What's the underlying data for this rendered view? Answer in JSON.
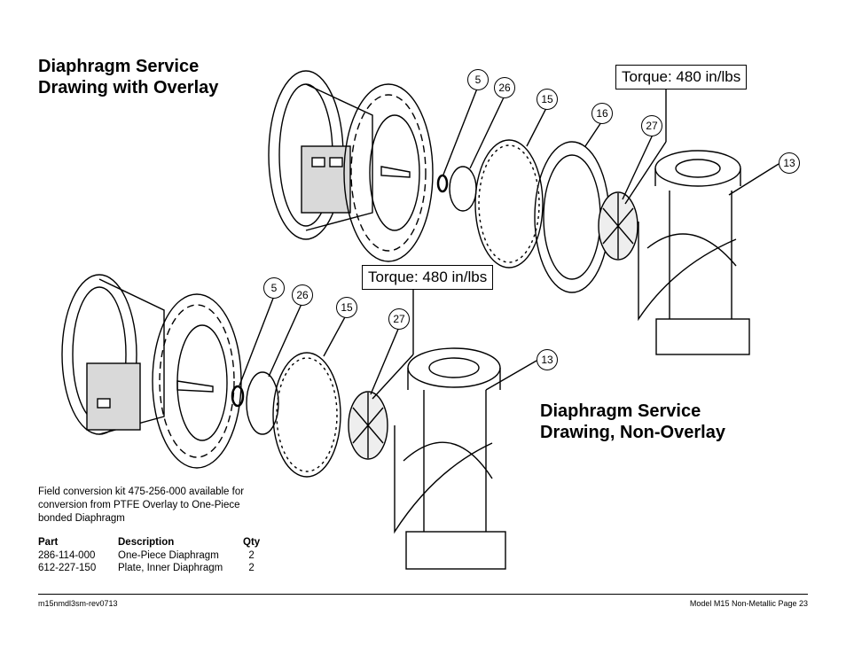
{
  "headings": {
    "overlay_line1": "Diaphragm Service",
    "overlay_line2": "Drawing with Overlay",
    "nonoverlay_line1": "Diaphragm Service",
    "nonoverlay_line2": "Drawing, Non-Overlay"
  },
  "torque": {
    "top": "Torque: 480 in/lbs",
    "bottom": "Torque: 480 in/lbs"
  },
  "callouts_top": [
    "5",
    "26",
    "15",
    "16",
    "27",
    "13"
  ],
  "callouts_bottom": [
    "5",
    "26",
    "15",
    "27",
    "13"
  ],
  "note": {
    "line1": "Field conversion kit 475-256-000 available for",
    "line2": "conversion from PTFE Overlay to One-Piece",
    "line3": "bonded Diaphragm"
  },
  "parts_table": {
    "headers": [
      "Part",
      "Description",
      "Qty"
    ],
    "rows": [
      [
        "286-114-000",
        "One-Piece Diaphragm",
        "2"
      ],
      [
        "612-227-150",
        "Plate, Inner Diaphragm",
        "2"
      ]
    ]
  },
  "footer": {
    "left": "m15nmdl3sm-rev0713",
    "right": "Model M15 Non-Metallic Page 23"
  }
}
